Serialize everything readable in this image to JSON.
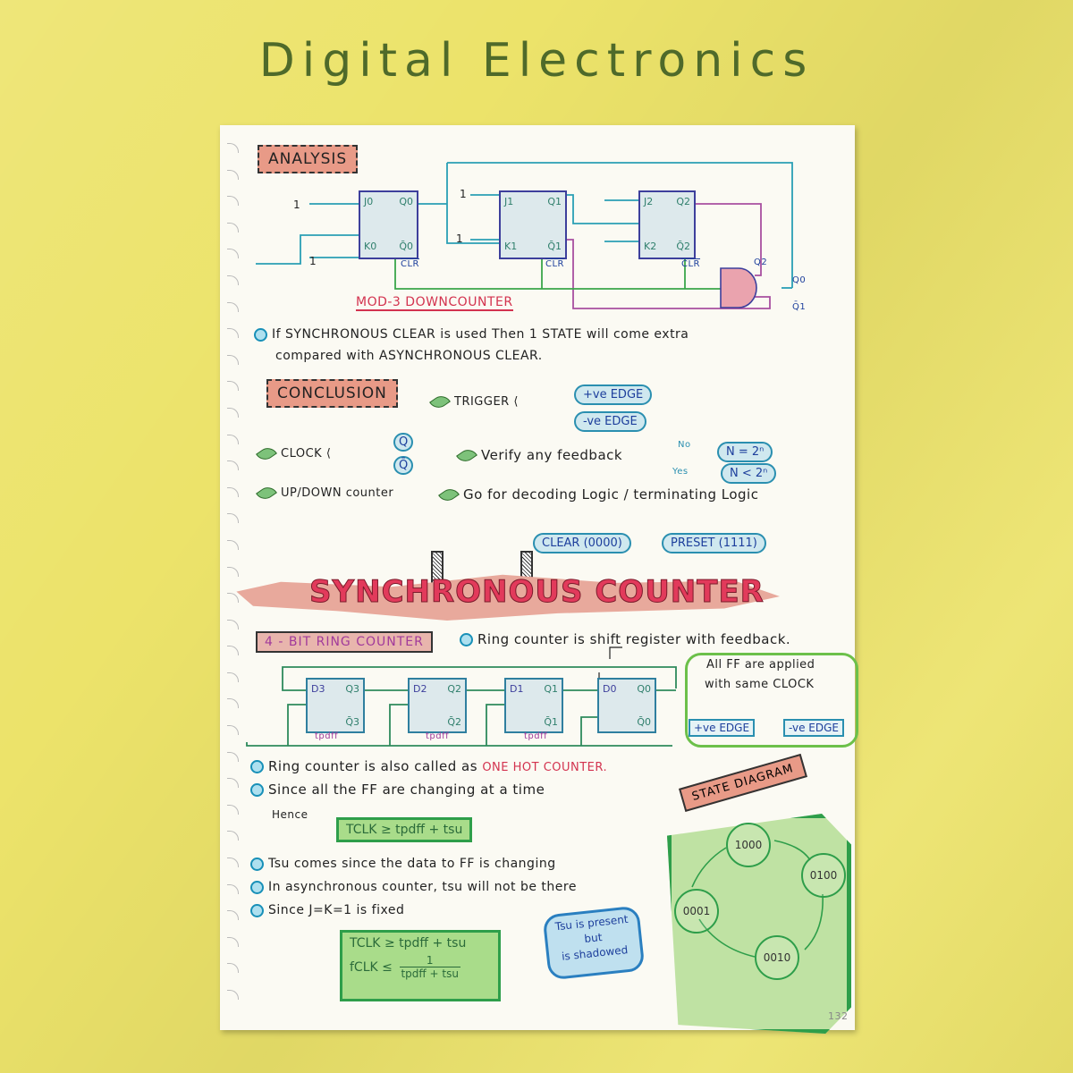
{
  "header": {
    "title": "Digital Electronics"
  },
  "analysis": {
    "tag": "ANALYSIS",
    "flipflops": [
      {
        "in1": "J0",
        "in2": "K0",
        "out1": "Q0",
        "out2": "Q̄0",
        "clr": "CLR"
      },
      {
        "in1": "J1",
        "in2": "K1",
        "out1": "Q1",
        "out2": "Q̄1",
        "clr": "CLR"
      },
      {
        "in1": "J2",
        "in2": "K2",
        "out1": "Q2",
        "out2": "Q̄2",
        "clr": "CLR"
      }
    ],
    "inputs": [
      "1",
      "1",
      "1",
      "1"
    ],
    "gate_inputs": [
      "Q2",
      "Q0",
      "Q̄1"
    ],
    "caption": "MOD-3 DOWNCOUNTER",
    "note_line1": "If SYNCHRONOUS CLEAR is used Then 1 STATE will come extra",
    "note_line2": "compared with ASYNCHRONOUS CLEAR."
  },
  "conclusion": {
    "tag": "CONCLUSION",
    "trigger": "TRIGGER",
    "trigger_options": [
      "+ve EDGE",
      "-ve EDGE"
    ],
    "clock": "CLOCK",
    "clock_options": [
      "Q",
      "Q̄"
    ],
    "feedback": "Verify any feedback",
    "no_label": "No",
    "yes_label": "Yes",
    "feedback_options": [
      "N = 2ⁿ",
      "N < 2ⁿ"
    ],
    "updown": "UP/DOWN counter",
    "decoding": "Go for decoding Logic / terminating Logic",
    "decoding_options": [
      "CLEAR (0000)",
      "PRESET (1111)"
    ]
  },
  "sync": {
    "banner": "SYNCHRONOUS COUNTER",
    "ring_tag": "4 - BIT RING COUNTER",
    "ring_def": "Ring counter is shift register with feedback.",
    "flipflops": [
      {
        "d": "D3",
        "q": "Q3",
        "qb": "Q̄3",
        "tp": "tpdff"
      },
      {
        "d": "D2",
        "q": "Q2",
        "qb": "Q̄2",
        "tp": "tpdff"
      },
      {
        "d": "D1",
        "q": "Q1",
        "qb": "Q̄1",
        "tp": "tpdff"
      },
      {
        "d": "D0",
        "q": "Q0",
        "qb": "Q̄0",
        "tp": ""
      }
    ],
    "clock_note_line1": "All FF are applied",
    "clock_note_line2": "with same CLOCK",
    "clock_options": [
      "+ve EDGE",
      "-ve EDGE"
    ],
    "notes": [
      {
        "pre": "Ring counter is also called as ",
        "highlight": "ONE HOT COUNTER."
      },
      {
        "pre": "Since all the FF are changing at a time",
        "highlight": ""
      }
    ],
    "hence": "Hence",
    "formula1": "TCLK ≥ tpdff + tsu",
    "notes2": [
      "Tsu comes since the data to FF is changing",
      "In asynchronous counter, tsu will not be there",
      "Since J=K=1 is fixed"
    ],
    "formula2_line1": "TCLK ≥ tpdff + tsu",
    "formula2_lhs": "fCLK ≤",
    "formula2_num": "1",
    "formula2_den": "tpdff + tsu",
    "tsu_cloud": [
      "Tsu is present",
      "but",
      "is shadowed"
    ]
  },
  "state_diagram": {
    "tag": "STATE DIAGRAM",
    "states": [
      "1000",
      "0100",
      "0010",
      "0001"
    ]
  },
  "page_number": "132"
}
